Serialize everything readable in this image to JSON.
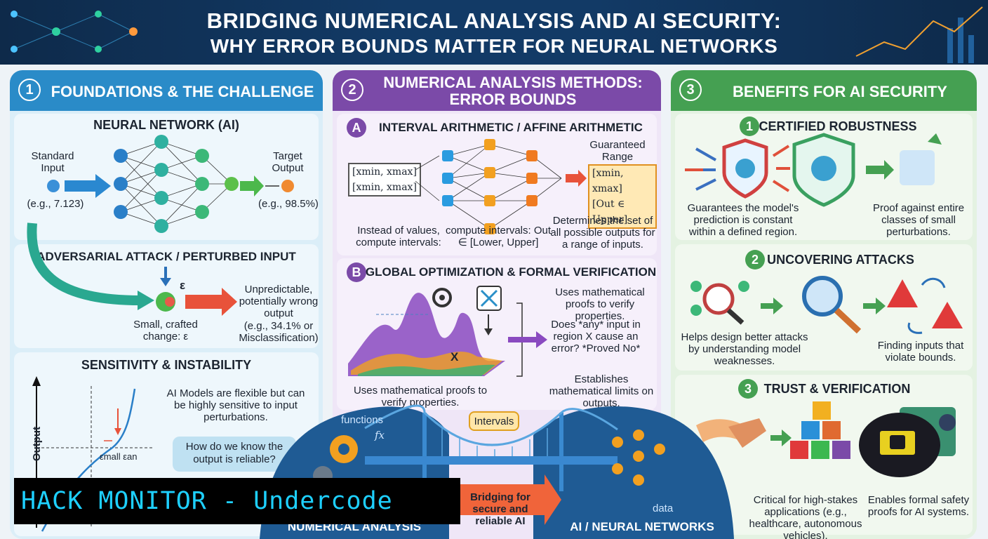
{
  "header": {
    "title_line1": "BRIDGING NUMERICAL ANALYSIS AND AI SECURITY:",
    "title_line2": "WHY ERROR BOUNDS MATTER FOR NEURAL NETWORKS"
  },
  "panel1": {
    "number": "1",
    "title": "FOUNDATIONS & THE CHALLENGE",
    "nn": {
      "title": "NEURAL NETWORK (AI)",
      "std_input": "Standard Input",
      "std_input_eg": "(e.g., 7.123)",
      "target_output": "Target Output",
      "target_output_eg": "(e.g., 98.5%)"
    },
    "attack": {
      "title": "ADVERSARIAL ATTACK / PERTURBED INPUT",
      "eps": "ε",
      "change": "Small, crafted change: ε",
      "result": "Unpredictable, potentially wrong output",
      "result_eg": "(e.g., 34.1% or Misclassification)"
    },
    "sens": {
      "title": "SENSITIVITY & INSTABILITY",
      "ylabel": "Output",
      "eps_label": "εmall εan",
      "desc": "AI Models are flexible but can be highly sensitive to input perturbations.",
      "question": "How do we know the output is reliable?"
    }
  },
  "panel2": {
    "number": "2",
    "title_line1": "NUMERICAL ANALYSIS METHODS:",
    "title_line2": "ERROR BOUNDS",
    "a": {
      "letter": "A",
      "title": "INTERVAL ARITHMETIC / AFFINE ARITHMETIC",
      "in1": "[xmin, xmax]",
      "in2": "[xmin, xmax]",
      "guaranteed": "Guaranteed Range",
      "out1": "[xmin, xmax]",
      "out2": "[Out ∈ Upper]",
      "cap1": "Instead of values, compute intervals:",
      "cap2": "compute intervals: Out ∈ [Lower, Upper]",
      "cap3": "Determines the set of all possible outputs for a range of inputs."
    },
    "b": {
      "letter": "B",
      "title": "GLOBAL OPTIMIZATION & FORMAL VERIFICATION",
      "x": "X",
      "cap1": "Uses mathematical proofs to verify properties.",
      "r1": "Uses mathematical proofs to verify properties.",
      "r2": "Does *any* input in region X cause an error? *Proved No*",
      "r3": "Establishes mathematical limits on outputs."
    }
  },
  "panel3": {
    "number": "3",
    "title": "BENEFITS FOR AI SECURITY",
    "s1": {
      "num": "1",
      "title": "CERTIFIED ROBUSTNESS",
      "c1": "Guarantees the model's prediction is constant within a defined region.",
      "c2": "Proof against entire classes of small perturbations."
    },
    "s2": {
      "num": "2",
      "title": "UNCOVERING ATTACKS",
      "c1": "Helps design better attacks by understanding model weaknesses.",
      "c2": "Finding inputs that violate bounds."
    },
    "s3": {
      "num": "3",
      "title": "TRUST & VERIFICATION",
      "c1": "Critical for high-stakes applications (e.g., healthcare, autonomous vehicles).",
      "c2": "Enables formal safety proofs for AI systems."
    }
  },
  "bridge": {
    "functions": "functions",
    "fx": "fx",
    "intervals": "Intervals",
    "data": "data",
    "left_label": "NUMERICAL ANALYSIS",
    "right_label": "AI / NEURAL NETWORKS",
    "arrow_text": "Bridging for secure and reliable AI"
  },
  "watermark": {
    "text": "HACK MONITOR - Undercode"
  },
  "colors": {
    "blue": "#2a8bc8",
    "purple": "#7b4aa8",
    "green": "#45a052",
    "navy": "#123a66"
  }
}
